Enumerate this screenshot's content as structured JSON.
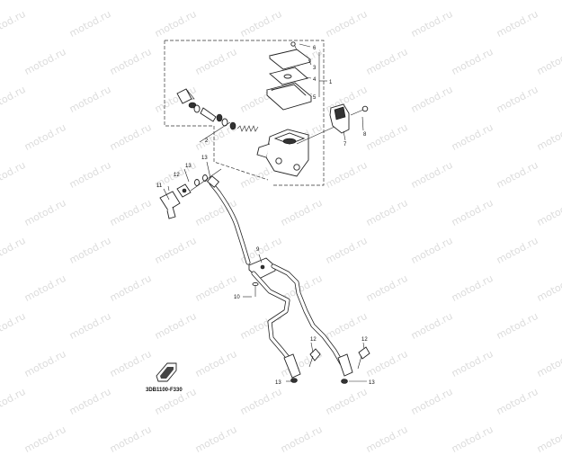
{
  "watermark": "motod.ru",
  "diagram_code": "3DB1100-F330",
  "callouts": {
    "c1": "1",
    "c2": "2",
    "c3": "3",
    "c4": "4",
    "c5": "5",
    "c6": "6",
    "c7": "7",
    "c8": "8",
    "c9": "9",
    "c10": "10",
    "c11": "11",
    "c12a": "12",
    "c12b": "12",
    "c12c": "12",
    "c13a": "13",
    "c13b": "13",
    "c13c": "13",
    "c13d": "13"
  }
}
